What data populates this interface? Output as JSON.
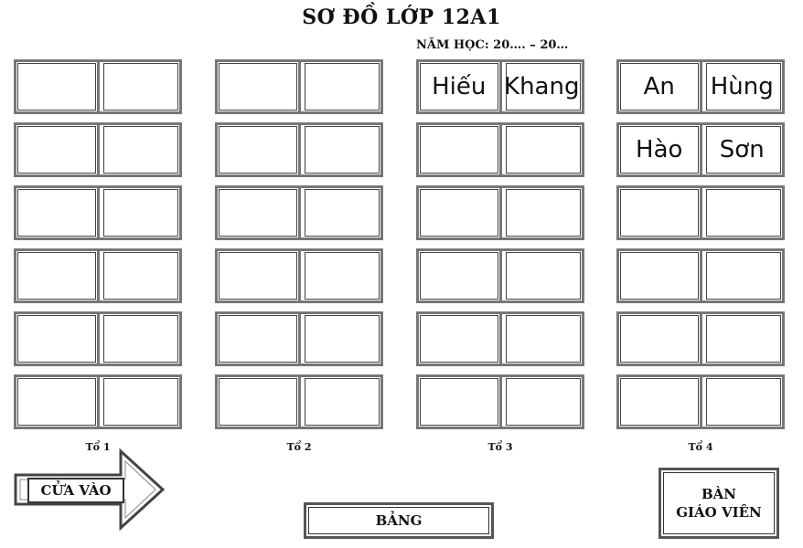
{
  "title": "SƠ ĐỒ LỚP 12A1",
  "subtitle": "NĂM HỌC: 20…. – 20…",
  "groups": [
    {
      "label": "Tổ 1",
      "desks": [
        [
          "",
          ""
        ],
        [
          "",
          ""
        ],
        [
          "",
          ""
        ],
        [
          "",
          ""
        ],
        [
          "",
          ""
        ],
        [
          "",
          ""
        ]
      ]
    },
    {
      "label": "Tổ 2",
      "desks": [
        [
          "",
          ""
        ],
        [
          "",
          ""
        ],
        [
          "",
          ""
        ],
        [
          "",
          ""
        ],
        [
          "",
          ""
        ],
        [
          "",
          ""
        ]
      ]
    },
    {
      "label": "Tổ 3",
      "desks": [
        [
          "Hiếu",
          "Khang"
        ],
        [
          "",
          ""
        ],
        [
          "",
          ""
        ],
        [
          "",
          ""
        ],
        [
          "",
          ""
        ],
        [
          "",
          ""
        ]
      ]
    },
    {
      "label": "Tổ 4",
      "desks": [
        [
          "An",
          "Hùng"
        ],
        [
          "Hào",
          "Sơn"
        ],
        [
          "",
          ""
        ],
        [
          "",
          ""
        ],
        [
          "",
          ""
        ],
        [
          "",
          ""
        ]
      ]
    }
  ],
  "door_label": "CỬA VÀO",
  "board_label": "BẢNG",
  "teacher_desk": {
    "line1": "BÀN",
    "line2": "GIÁO VIÊN"
  }
}
